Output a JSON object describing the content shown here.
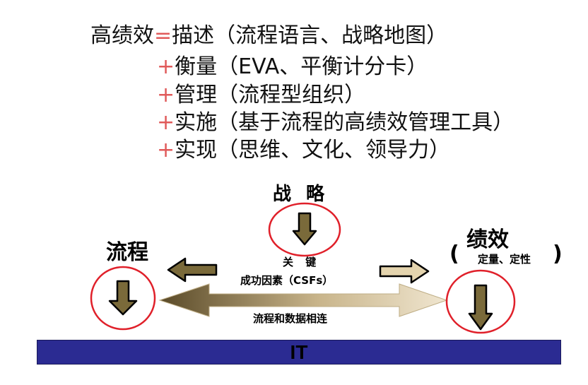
{
  "formula": {
    "line1": {
      "lead": "高绩效",
      "op": "=",
      "text": "描述（流程语言、战略地图）"
    },
    "line2": {
      "op": "+",
      "text": "衡量（EVA、平衡计分卡）"
    },
    "line3": {
      "op": "+",
      "text": "管理（流程型组织）"
    },
    "line4": {
      "op": "+",
      "text": "实施（基于流程的高绩效管理工具）"
    },
    "line5": {
      "op": "+",
      "text": "实现（思维、文化、领导力）"
    }
  },
  "diagram": {
    "strategy": "战 略",
    "process": "流程",
    "performance": "绩效",
    "performance_open": "(",
    "performance_close": ")",
    "performance_sub": "定量、定性",
    "key_label": "关 键",
    "csf_label": "成功因素（CSFs）",
    "link_label": "流程和数据相连",
    "it_label": "IT"
  },
  "colors": {
    "plus": "#e05a5a",
    "circle": "#e0202a",
    "arrow_fill": "#7a6a3a",
    "it_bar": "#2b2b92"
  }
}
